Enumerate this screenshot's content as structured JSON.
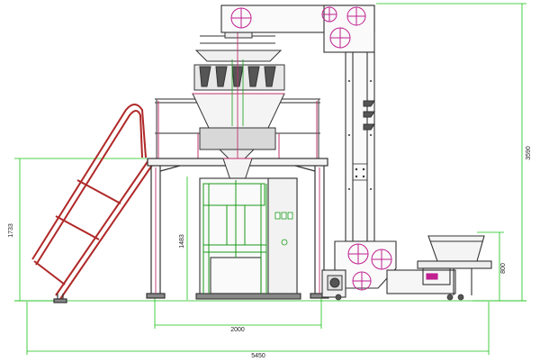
{
  "drawing": {
    "dimensions": {
      "overall_width": "5450",
      "platform_width": "2000",
      "machine_height": "1733",
      "packer_height": "1483",
      "elevator_height": "3590",
      "hopper_height": "800"
    }
  },
  "colors": {
    "frame": "#333333",
    "accent": "#c0306a",
    "dimension": "#18c018",
    "panel": "#1a9a1a",
    "wheel": "#c02090",
    "stair": "#b02828"
  }
}
